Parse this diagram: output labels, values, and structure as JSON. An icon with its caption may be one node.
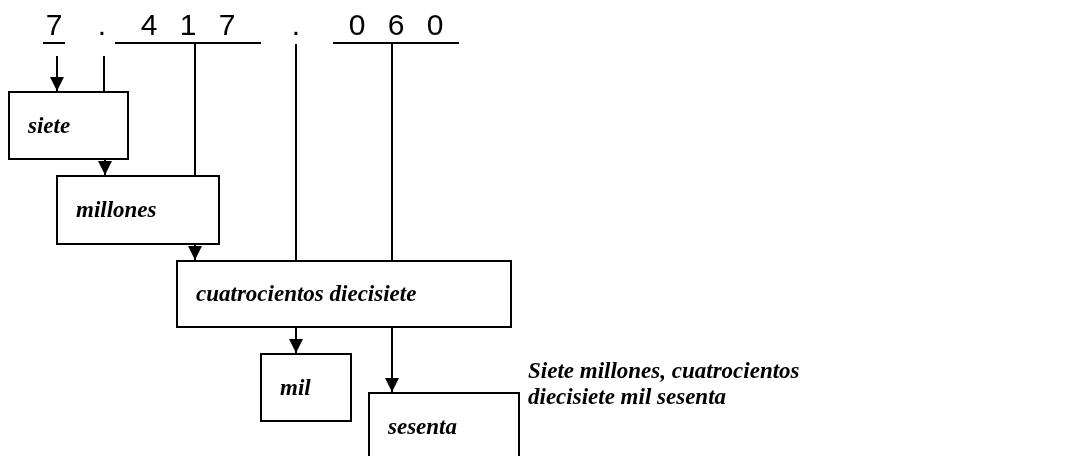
{
  "diagram": {
    "nodes": [
      {
        "text": [
          "7"
        ]
      },
      {
        "text": [
          "."
        ]
      },
      {
        "text": [
          "4 1 7"
        ]
      },
      {
        "text": [
          "."
        ]
      },
      {
        "text": [
          "0 6 0"
        ]
      },
      {
        "text": [
          "siete"
        ]
      },
      {
        "text": [
          "millones"
        ]
      },
      {
        "text": [
          "cuatrocientos diecisiete"
        ]
      },
      {
        "text": [
          "mil"
        ]
      },
      {
        "text": [
          "sesenta"
        ]
      }
    ],
    "edges": [
      {
        "from": 0,
        "to": 5,
        "arrow": "to"
      },
      {
        "from": 1,
        "to": 5,
        "arrow": "none"
      },
      {
        "from": 5,
        "to": 6,
        "arrow": "to"
      },
      {
        "from": 2,
        "to": 6,
        "arrow": "none"
      },
      {
        "from": 6,
        "to": 7,
        "arrow": "to"
      },
      {
        "from": 3,
        "to": 7,
        "arrow": "none"
      },
      {
        "from": 4,
        "to": 7,
        "arrow": "none"
      },
      {
        "from": 7,
        "to": 8,
        "arrow": "to"
      },
      {
        "from": 7,
        "to": 9,
        "arrow": "to"
      }
    ],
    "labels": [
      "Siete millones, cuatrocientos diecisiete mil sesenta"
    ]
  }
}
